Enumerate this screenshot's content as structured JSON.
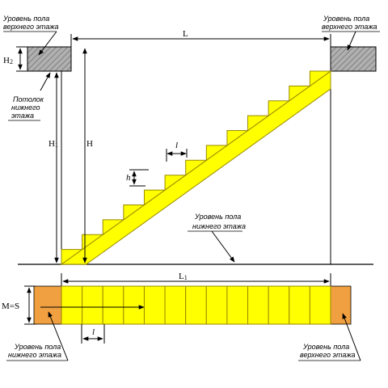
{
  "labels": {
    "upper_floor_left_1": "Уровень пола",
    "upper_floor_left_2": "верхнего этажа",
    "upper_floor_right_1": "Уровень пола",
    "upper_floor_right_2": "верхнего этажа",
    "ceiling_1": "Потолок",
    "ceiling_2": "нижнего",
    "ceiling_3": "этажа",
    "lower_floor_1": "Уровень пола",
    "lower_floor_2": "нижнего этажа",
    "plan_lower_1": "Уровень пола",
    "plan_lower_2": "нижнего этажа",
    "plan_upper_1": "Уровень пола",
    "plan_upper_2": "верхнего этажа"
  },
  "dimensions": {
    "L": "L",
    "H": "H",
    "H1": "H",
    "H1_sub": "1",
    "H2": "H",
    "H2_sub": "2",
    "l": "l",
    "h": "h",
    "L1": "L",
    "L1_sub": "1",
    "MS": "M=S",
    "l_plan": "l"
  },
  "colors": {
    "stair_fill": "#ffff00",
    "stair_stroke": "#9a8a00",
    "landing_fill": "#f0a040",
    "hatch_fill": "#a8a8a8",
    "line": "#000000"
  },
  "stair": {
    "steps": 13
  }
}
